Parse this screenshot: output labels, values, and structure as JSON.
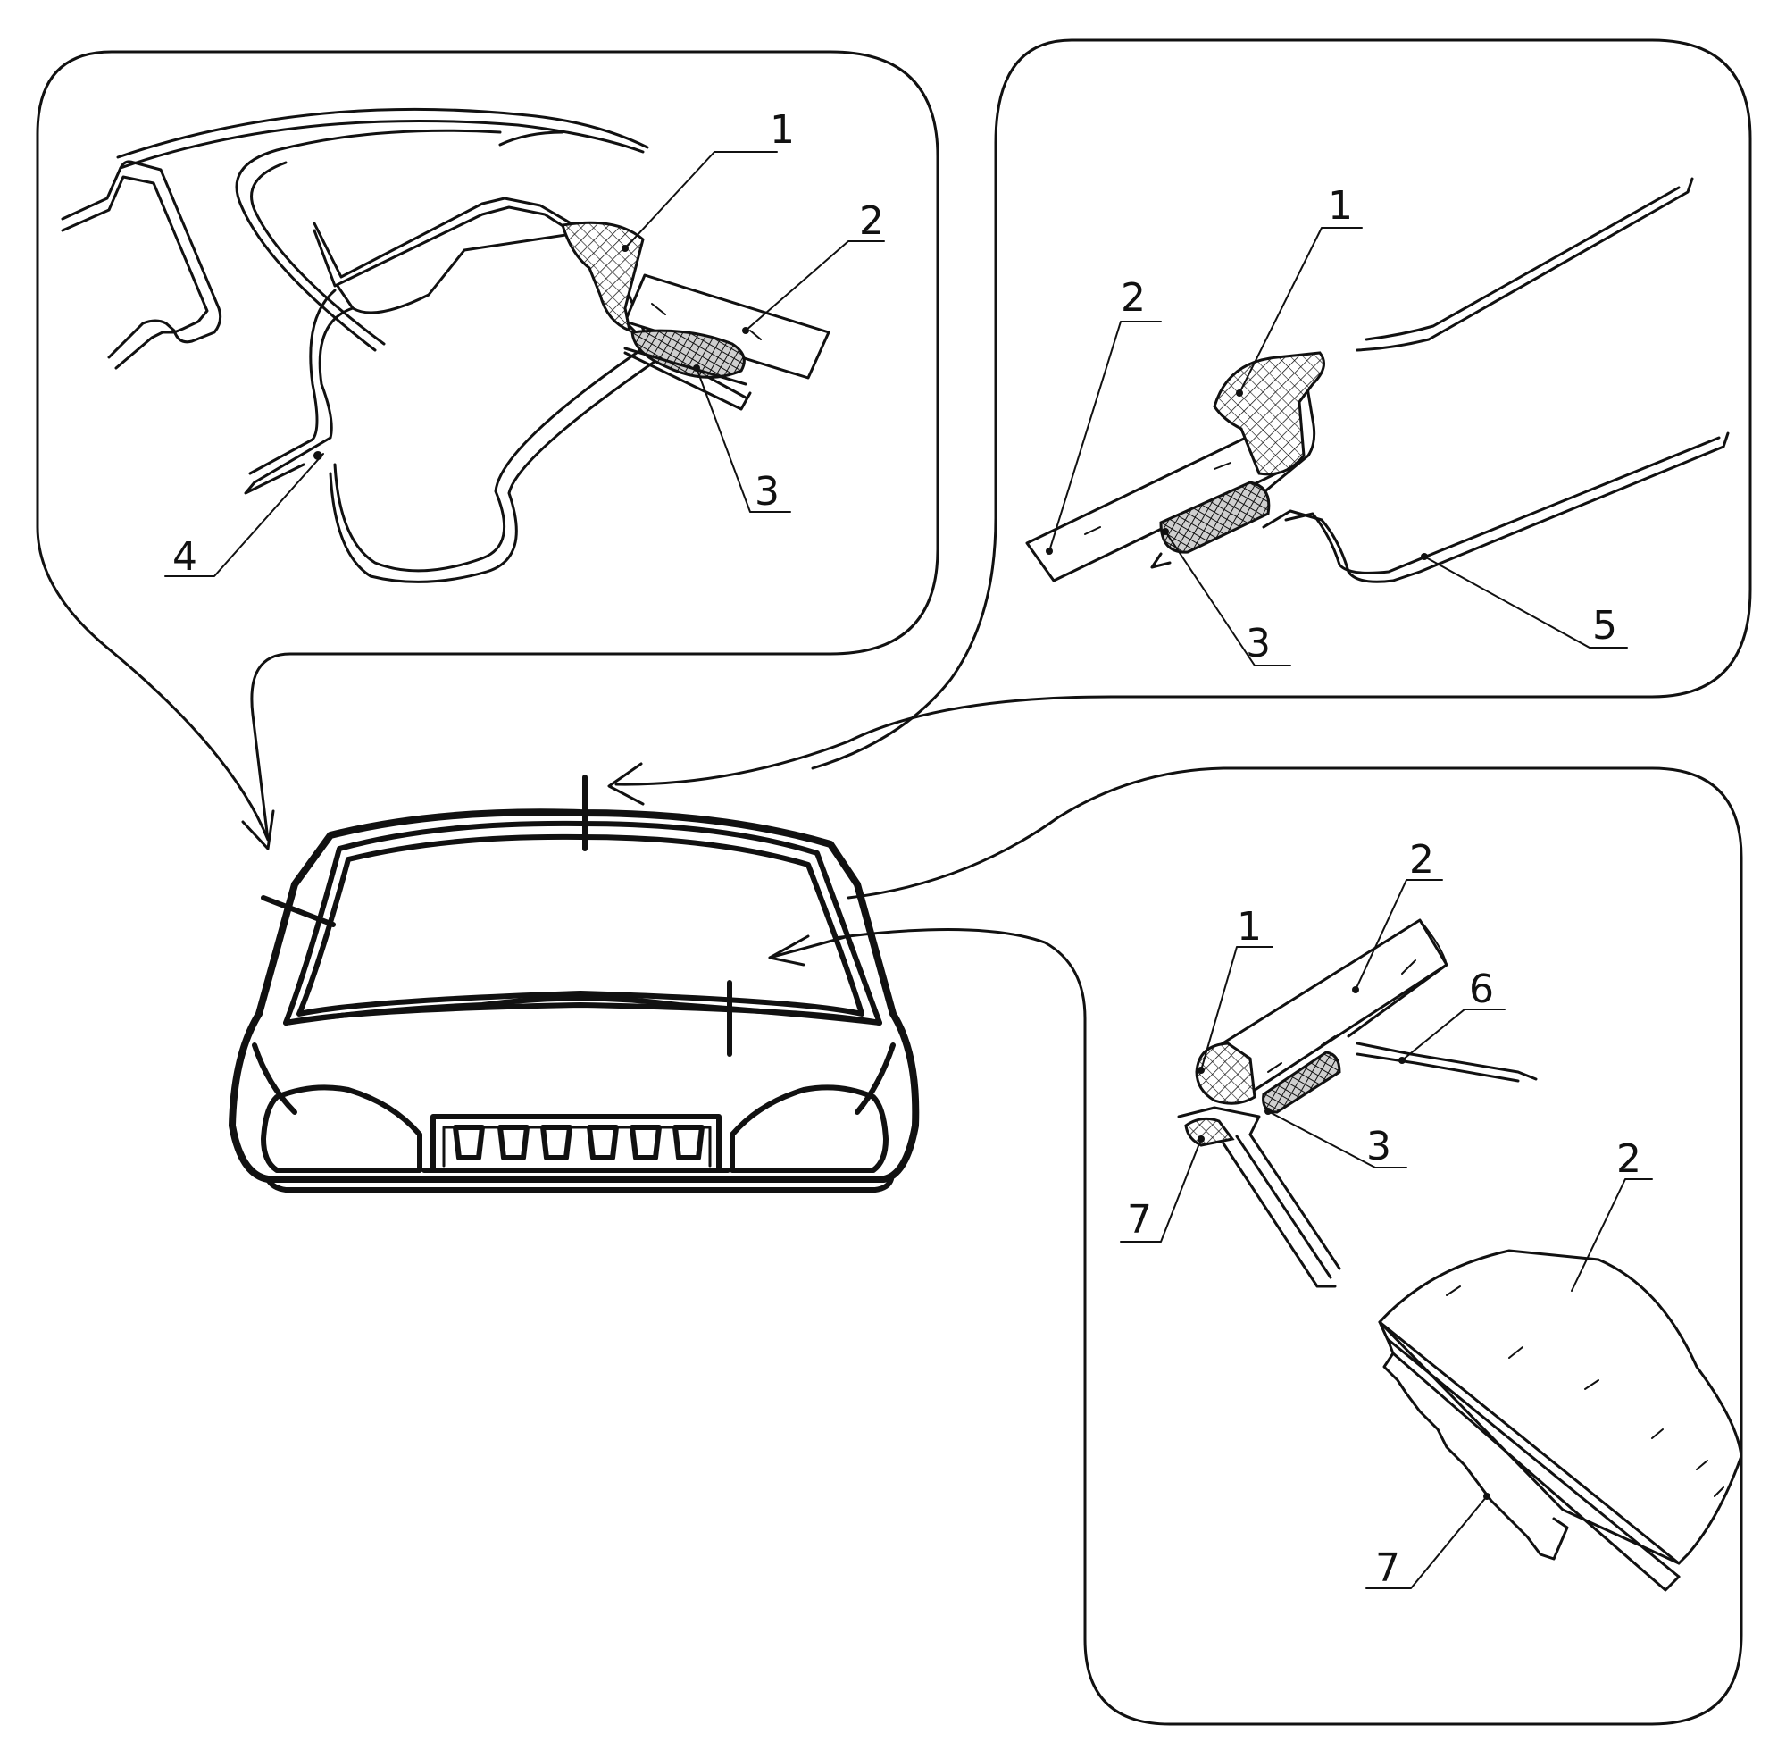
{
  "colors": {
    "ink": "#111111",
    "paper": "#ffffff"
  },
  "callouts": {
    "tl_1": "1",
    "tl_2": "2",
    "tl_3": "3",
    "tl_4": "4",
    "tr_1": "1",
    "tr_2": "2",
    "tr_3": "3",
    "tr_5": "5",
    "br_1": "1",
    "br_2": "2",
    "br_3": "3",
    "br_6": "6",
    "br_7": "7",
    "br_2b": "2",
    "br_7b": "7"
  }
}
